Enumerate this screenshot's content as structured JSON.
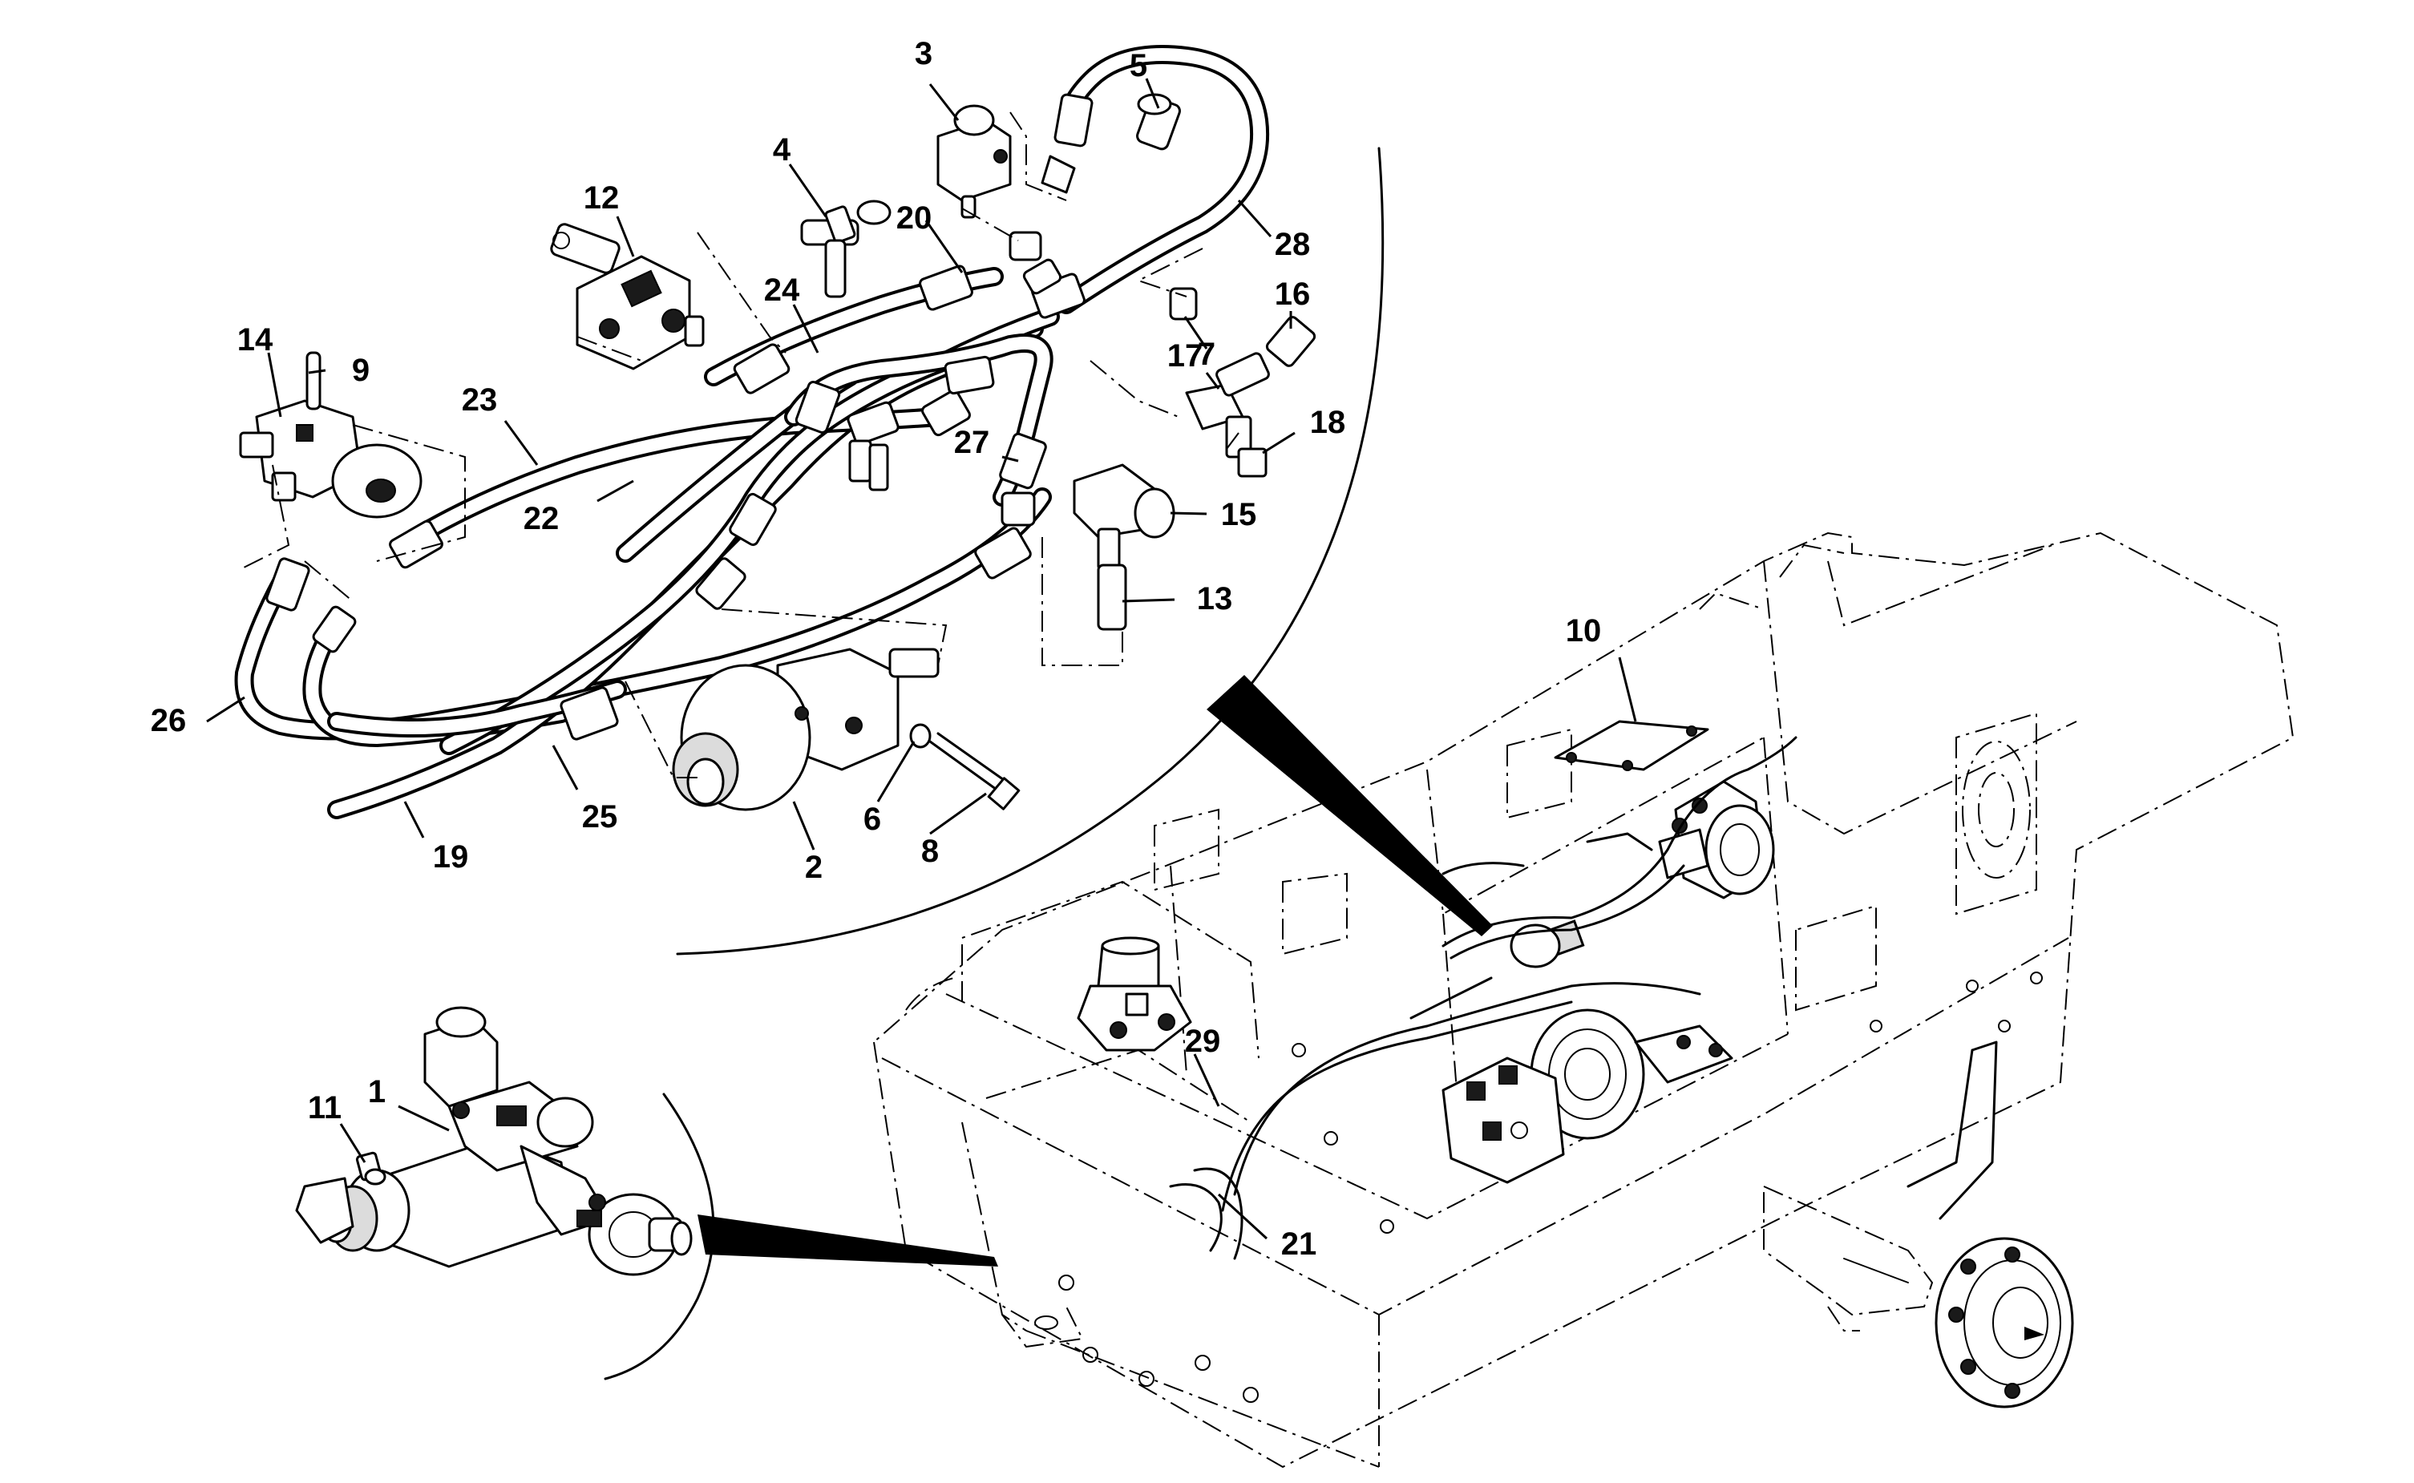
{
  "callouts": [
    {
      "id": "c1",
      "label": "1"
    },
    {
      "id": "c2",
      "label": "2"
    },
    {
      "id": "c3",
      "label": "3"
    },
    {
      "id": "c4",
      "label": "4"
    },
    {
      "id": "c5",
      "label": "5"
    },
    {
      "id": "c6",
      "label": "6"
    },
    {
      "id": "c7",
      "label": "7"
    },
    {
      "id": "c8",
      "label": "8"
    },
    {
      "id": "c9",
      "label": "9"
    },
    {
      "id": "c10",
      "label": "10"
    },
    {
      "id": "c11",
      "label": "11"
    },
    {
      "id": "c12",
      "label": "12"
    },
    {
      "id": "c13",
      "label": "13"
    },
    {
      "id": "c14",
      "label": "14"
    },
    {
      "id": "c15",
      "label": "15"
    },
    {
      "id": "c16",
      "label": "16"
    },
    {
      "id": "c17",
      "label": "17"
    },
    {
      "id": "c18",
      "label": "18"
    },
    {
      "id": "c19",
      "label": "19"
    },
    {
      "id": "c20",
      "label": "20"
    },
    {
      "id": "c21",
      "label": "21"
    },
    {
      "id": "c22",
      "label": "22"
    },
    {
      "id": "c23",
      "label": "23"
    },
    {
      "id": "c24",
      "label": "24"
    },
    {
      "id": "c25",
      "label": "25"
    },
    {
      "id": "c26",
      "label": "26"
    },
    {
      "id": "c27",
      "label": "27"
    },
    {
      "id": "c28",
      "label": "28"
    },
    {
      "id": "c29",
      "label": "29"
    }
  ]
}
